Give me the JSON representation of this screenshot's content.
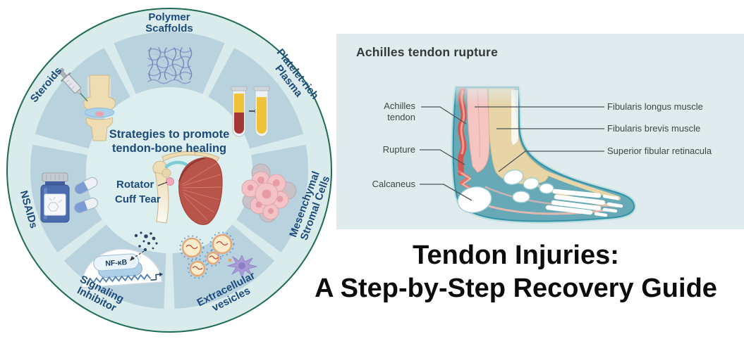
{
  "wheel": {
    "center_heading": {
      "line1": "Strategies to promote",
      "line2": "tendon-bone healing"
    },
    "center_annotation": {
      "line1": "Rotator",
      "line2": "Cuff Tear"
    },
    "segments": {
      "polymer_scaffolds": {
        "line1": "Polymer",
        "line2": "Scaffolds"
      },
      "platelet_rich_plasma": {
        "line1": "Platelet-rich",
        "line2": "Plasma"
      },
      "mesenchymal_stromal_cells": {
        "line1": "Mesenchymal",
        "line2": "Stromal Cells"
      },
      "extracellular_vesicles": {
        "line1": "Extracellular",
        "line2": "vesicles"
      },
      "signaling_inhibitor": {
        "line1": "Signaling",
        "line2": "Inhibitor"
      },
      "nsaids": {
        "label": "NSAIDs"
      },
      "steroids": {
        "label": "Steroids"
      }
    },
    "nfkb_label": "NF-κB",
    "colors": {
      "ring": "#d9eceb",
      "segment": "#b8d2de",
      "border": "#206b53",
      "label_navy": "#1d4a7c"
    }
  },
  "panel": {
    "heading": "Achilles tendon rupture",
    "left_labels": {
      "achilles_line1": "Achilles",
      "achilles_line2": "tendon",
      "rupture": "Rupture",
      "calcaneus": "Calcaneus"
    },
    "right_labels": {
      "fibularis_longus": "Fibularis longus muscle",
      "fibularis_brevis": "Fibularis brevis muscle",
      "superior_retinacula": "Superior fibular retinacula"
    },
    "colors": {
      "background": "#dfebec",
      "foot_teal": "#67a9b6",
      "tendon_red": "#d4574d",
      "bone_white": "#ffffff"
    }
  },
  "title": {
    "line1": "Tendon Injuries:",
    "line2": "A Step-by-Step Recovery Guide"
  }
}
